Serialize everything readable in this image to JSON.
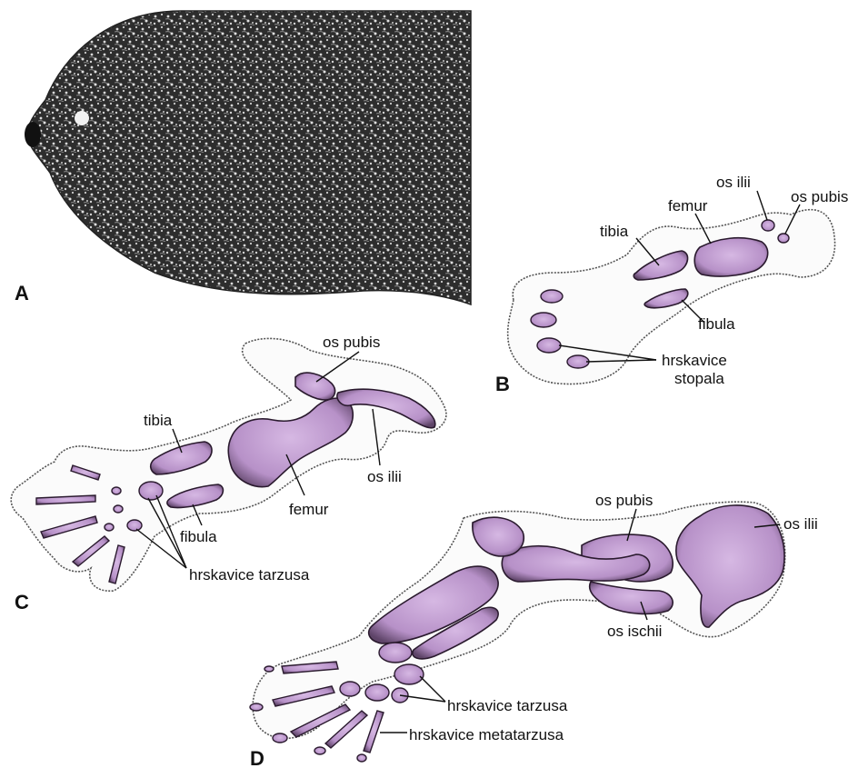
{
  "colors": {
    "bone_fill": "#c9a6d8",
    "bone_shade": "#7a5a88",
    "tissue_dark": "#2b2b2b",
    "outline": "#555555"
  },
  "panels": {
    "a": "A",
    "b": "B",
    "c": "C",
    "d": "D"
  },
  "labels_b": {
    "os_ilii": "os ilii",
    "os_pubis": "os pubis",
    "femur": "femur",
    "tibia": "tibia",
    "fibula": "fibula",
    "hrskavice_line1": "hrskavice",
    "hrskavice_line2": "stopala"
  },
  "labels_c": {
    "os_pubis": "os pubis",
    "tibia": "tibia",
    "os_ilii": "os ilii",
    "femur": "femur",
    "fibula": "fibula",
    "hrskavice_tarzusa": "hrskavice tarzusa"
  },
  "labels_d": {
    "os_pubis": "os pubis",
    "os_ilii": "os ilii",
    "os_ischii": "os ischii",
    "hrskavice_tarzusa": "hrskavice tarzusa",
    "hrskavice_metatarzusa": "hrskavice metatarzusa"
  }
}
